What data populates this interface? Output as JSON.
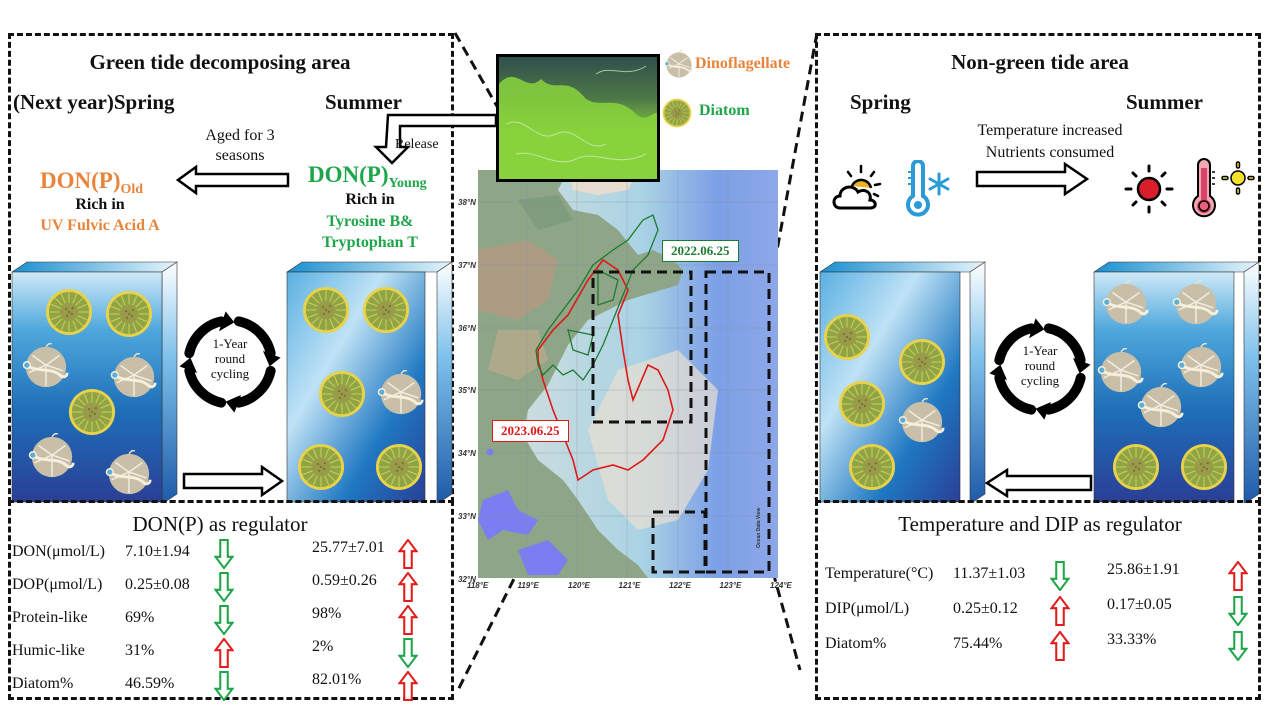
{
  "left_panel": {
    "title": "Green tide decomposing area",
    "season_left": "(Next year)Spring",
    "season_right": "Summer",
    "transition_text_line1": "Aged for 3",
    "transition_text_line2": "seasons",
    "release_label": "Release",
    "old": {
      "main": "DON(P)",
      "sub": "Old",
      "rich_in": "Rich in",
      "component": "UV Fulvic Acid A"
    },
    "young": {
      "main": "DON(P)",
      "sub": "Young",
      "rich_in": "Rich in",
      "component_line1": "Tyrosine B&",
      "component_line2": "Tryptophan T"
    },
    "cycle_text_line1": "1-Year",
    "cycle_text_line2": "round",
    "cycle_text_line3": "cycling",
    "regulator": {
      "title": "DON(P) as regulator",
      "rows": [
        {
          "label": "DON(μmol/L)",
          "spring": "7.10±1.94",
          "spring_trend": "down",
          "summer": "25.77±7.01",
          "summer_trend": "up"
        },
        {
          "label": "DOP(μmol/L)",
          "spring": "0.25±0.08",
          "spring_trend": "down",
          "summer": "0.59±0.26",
          "summer_trend": "up"
        },
        {
          "label": "Protein-like",
          "spring": "69%",
          "spring_trend": "down",
          "summer": "98%",
          "summer_trend": "up"
        },
        {
          "label": "Humic-like",
          "spring": "31%",
          "spring_trend": "up",
          "summer": "2%",
          "summer_trend": "down"
        },
        {
          "label": "Diatom%",
          "spring": "46.59%",
          "spring_trend": "down",
          "summer": "82.01%",
          "summer_trend": "up"
        }
      ]
    }
  },
  "right_panel": {
    "title": "Non-green tide area",
    "season_left": "Spring",
    "season_right": "Summer",
    "transition_text_line1": "Temperature increased",
    "transition_text_line2": "Nutrients consumed",
    "cycle_text_line1": "1-Year",
    "cycle_text_line2": "round",
    "cycle_text_line3": "cycling",
    "icons": [
      "partly-cloudy-icon",
      "cold-thermometer-icon",
      "sun-icon",
      "hot-thermometer-icon"
    ],
    "regulator": {
      "title": "Temperature and DIP as regulator",
      "rows": [
        {
          "label": "Temperature(°C)",
          "spring": "11.37±1.03",
          "spring_trend": "down",
          "summer": "25.86±1.91",
          "summer_trend": "up"
        },
        {
          "label": "DIP(μmol/L)",
          "spring": "0.25±0.12",
          "spring_trend": "up",
          "summer": "0.17±0.05",
          "summer_trend": "down"
        },
        {
          "label": "Diatom%",
          "spring": "75.44%",
          "spring_trend": "up",
          "summer": "33.33%",
          "summer_trend": "down"
        }
      ]
    }
  },
  "legend": {
    "dinoflagellate": "Dinoflagellate",
    "diatom": "Diatom"
  },
  "map": {
    "label_2022": "2022.06.25",
    "label_2023": "2023.06.25",
    "watermark": "Ocean Data View",
    "lat_ticks": [
      "38°N",
      "37°N",
      "36°N",
      "35°N",
      "34°N",
      "33°N",
      "32°N"
    ],
    "lon_ticks": [
      "118°E",
      "119°E",
      "120°E",
      "121°E",
      "122°E",
      "123°E",
      "124°E"
    ]
  },
  "colors": {
    "orange": "#e8843c",
    "green": "#1fa64a",
    "up_arrow": "#e11d1d",
    "down_arrow": "#1fa64a",
    "outline_2022": "#1e7a30",
    "outline_2023": "#e01818"
  }
}
